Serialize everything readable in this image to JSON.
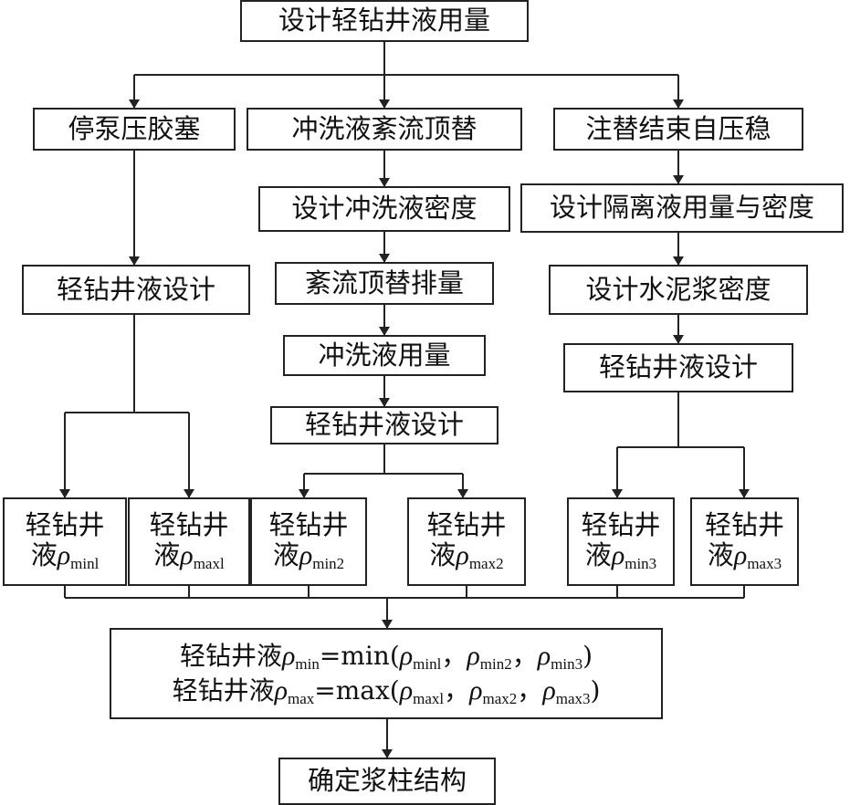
{
  "top": "设计轻钻井液用量",
  "col1": {
    "scenario": "停泵压胶塞",
    "design": "轻钻井液设计",
    "min": {
      "prefix": "轻钻井",
      "word": "液",
      "symbol": "ρ",
      "sub": "minl"
    },
    "max": {
      "prefix": "轻钻井",
      "word": "液",
      "symbol": "ρ",
      "sub": "maxl"
    }
  },
  "col2": {
    "scenario": "冲洗液紊流顶替",
    "step1": "设计冲洗液密度",
    "step2": "紊流顶替排量",
    "step3": "冲洗液用量",
    "design": "轻钻井液设计",
    "min": {
      "prefix": "轻钻井",
      "word": "液",
      "symbol": "ρ",
      "sub": "min2"
    },
    "max": {
      "prefix": "轻钻井",
      "word": "液",
      "symbol": "ρ",
      "sub": "max2"
    }
  },
  "col3": {
    "scenario": "注替结束自压稳",
    "step1": "设计隔离液用量与密度",
    "step2": "设计水泥浆密度",
    "design": "轻钻井液设计",
    "min": {
      "prefix": "轻钻井",
      "word": "液",
      "symbol": "ρ",
      "sub": "min3"
    },
    "max": {
      "prefix": "轻钻井",
      "word": "液",
      "symbol": "ρ",
      "sub": "max3"
    }
  },
  "combine": {
    "line1": {
      "label": "轻钻井液",
      "symbol": "ρ",
      "sub": "min",
      "eq": "=min(",
      "a_sub": "minl",
      "b_sub": "min2",
      "c_sub": "min3",
      "sep": "，",
      "close": ")"
    },
    "line2": {
      "label": "轻钻井液",
      "symbol": "ρ",
      "sub": "max",
      "eq": "=max(",
      "a_sub": "maxl",
      "b_sub": "max2",
      "c_sub": "max3",
      "sep": "，",
      "close": ")"
    }
  },
  "final": "确定浆柱结构"
}
